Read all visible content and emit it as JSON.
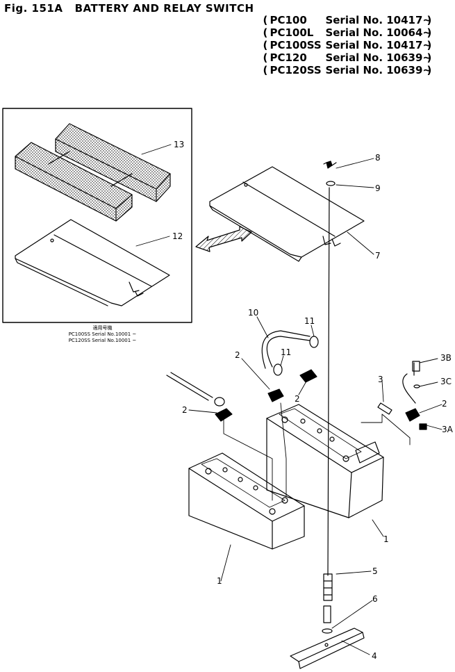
{
  "header": {
    "figure_title": "Fig. 151A   BATTERY AND RELAY SWITCH",
    "models": [
      {
        "open": "(",
        "model": "PC100",
        "serial": "Serial No. 10417~",
        "close": ")"
      },
      {
        "open": "(",
        "model": "PC100L",
        "serial": "Serial No. 10064~",
        "close": ")"
      },
      {
        "open": "(",
        "model": "PC100SS",
        "serial": "Serial No. 10417~",
        "close": ")"
      },
      {
        "open": "(",
        "model": "PC120",
        "serial": "Serial No. 10639~",
        "close": ")"
      },
      {
        "open": "(",
        "model": "PC120SS",
        "serial": "Serial No. 10639~",
        "close": ")"
      }
    ]
  },
  "inset_note": {
    "heading": "適用号機",
    "lines": [
      "PC100SS Serial No.10001 ~",
      "PC120SS Serial No.10001 ~"
    ]
  },
  "callouts": {
    "c1a": "1",
    "c1b": "1",
    "c2a": "2",
    "c2b": "2",
    "c2c": "2",
    "c2d": "2",
    "c3": "3",
    "c3a": "3A",
    "c3b": "3B",
    "c3c": "3C",
    "c4": "4",
    "c5": "5",
    "c6": "6",
    "c7": "7",
    "c8": "8",
    "c9": "9",
    "c10": "10",
    "c11a": "11",
    "c11b": "11",
    "c12": "12",
    "c13": "13"
  }
}
